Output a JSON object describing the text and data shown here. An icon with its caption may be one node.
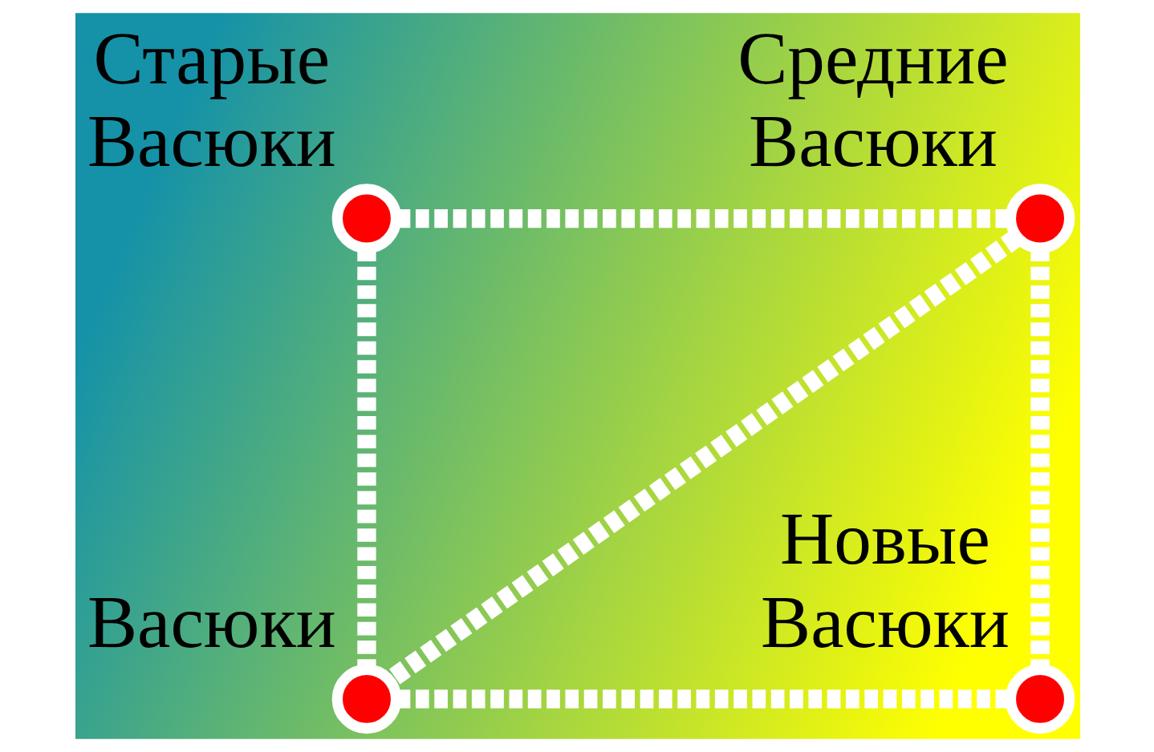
{
  "diagram": {
    "nodes": [
      {
        "text": [],
        "shape": "circle",
        "beside": [
          "Старые Васюки"
        ]
      },
      {
        "text": [],
        "shape": "circle",
        "beside": [
          "Средние Васюки"
        ]
      },
      {
        "text": [],
        "shape": "circle",
        "beside": [
          "Васюки"
        ]
      },
      {
        "text": [],
        "shape": "circle",
        "beside": [
          "Новые Васюки"
        ]
      }
    ],
    "edges": [
      {
        "from": 0,
        "to": 1,
        "arrow": "none",
        "style": "dashed"
      },
      {
        "from": 1,
        "to": 3,
        "arrow": "none",
        "style": "dashed"
      },
      {
        "from": 0,
        "to": 2,
        "arrow": "none",
        "style": "dashed"
      },
      {
        "from": 2,
        "to": 3,
        "arrow": "none",
        "style": "dashed"
      },
      {
        "from": 1,
        "to": 2,
        "arrow": "none",
        "style": "dashed"
      }
    ]
  }
}
